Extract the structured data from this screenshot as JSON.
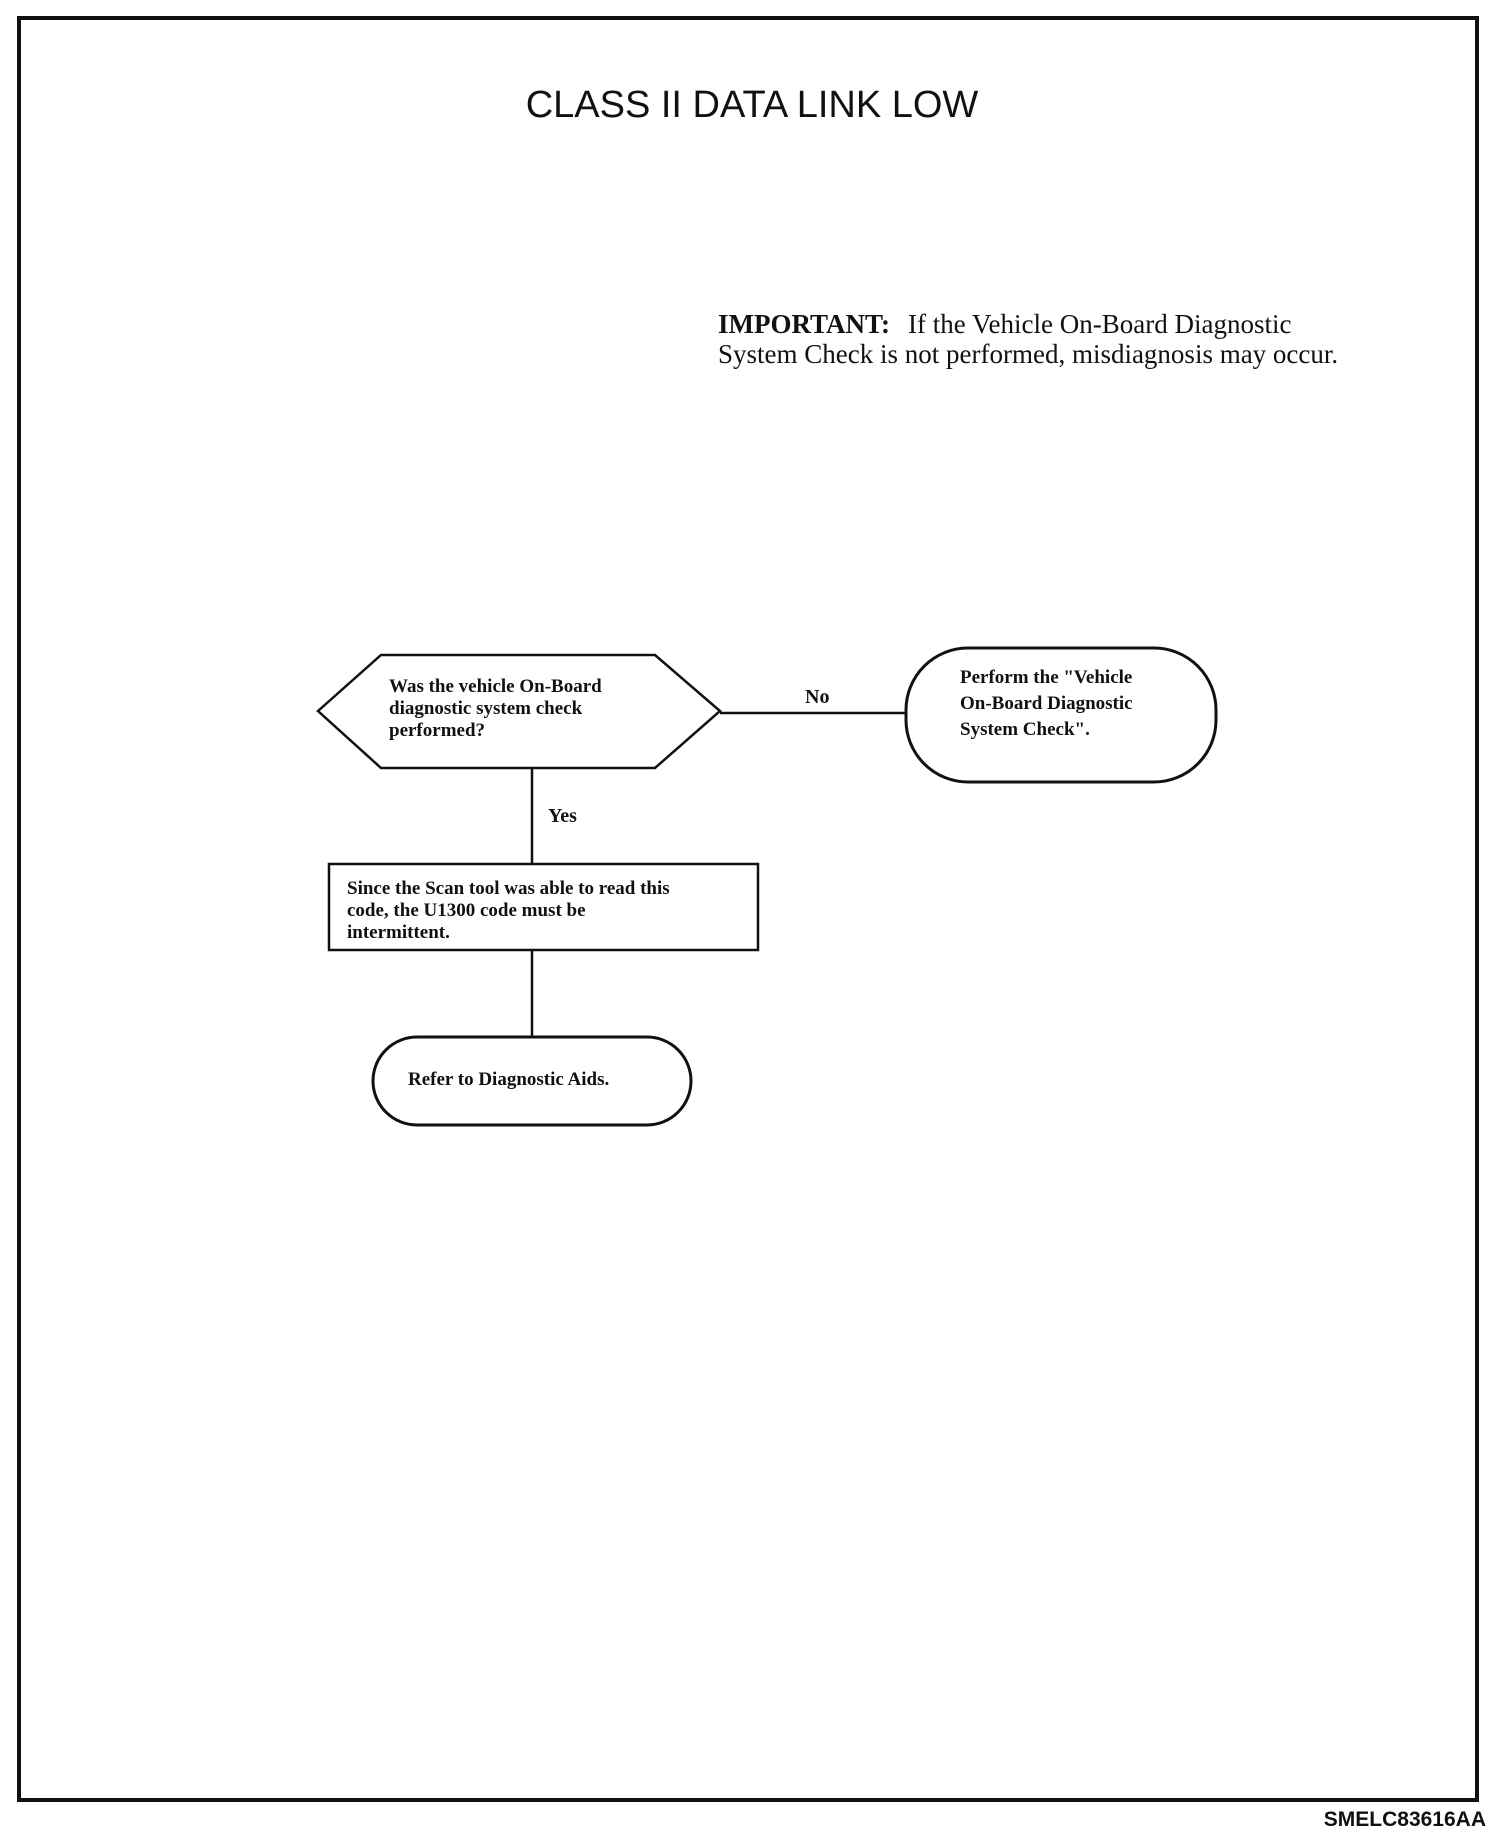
{
  "title": "CLASS II DATA LINK LOW",
  "important": {
    "label": "IMPORTANT:",
    "line1": "If the Vehicle On-Board Diagnostic",
    "line2": "System Check is not performed, misdiagnosis may occur."
  },
  "flowchart": {
    "nodes": {
      "decision": {
        "shape": "hexagon",
        "lines": [
          "Was the vehicle On-Board",
          "diagnostic system check",
          "performed?"
        ]
      },
      "perform_check": {
        "shape": "terminal",
        "lines": [
          "Perform the \"Vehicle",
          "On-Board Diagnostic",
          "System Check\"."
        ]
      },
      "intermittent": {
        "shape": "process",
        "lines": [
          "Since the Scan tool was able to read this",
          "code,  the U1300 code must be",
          "intermittent."
        ]
      },
      "refer": {
        "shape": "terminal",
        "lines": [
          "Refer to Diagnostic Aids."
        ]
      }
    },
    "edges": {
      "no_label": "No",
      "yes_label": "Yes"
    }
  },
  "figure_id": "SMELC83616AA"
}
